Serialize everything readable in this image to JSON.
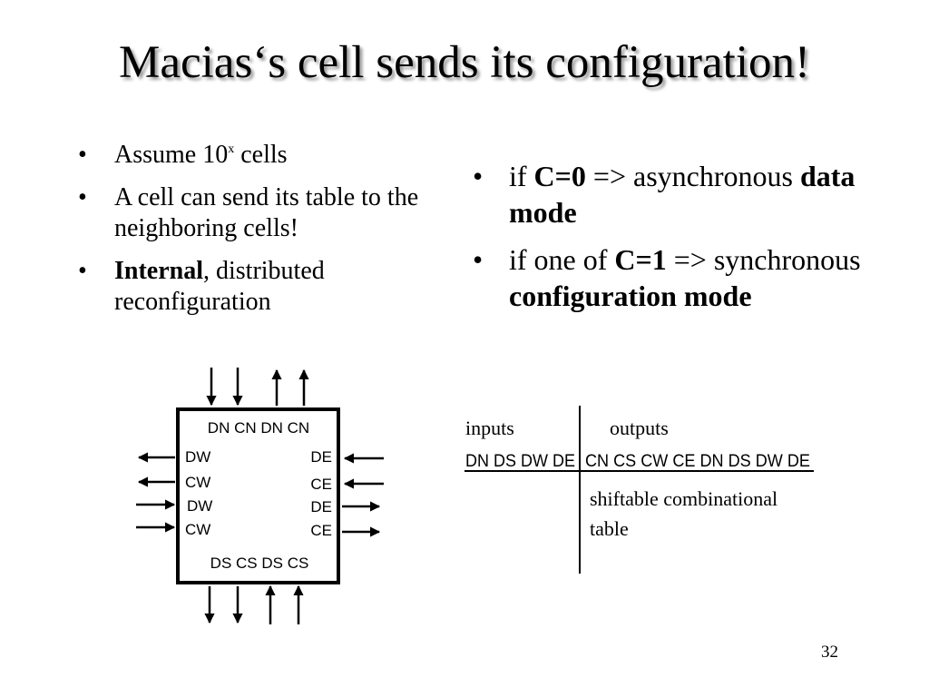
{
  "slide": {
    "title": "Macias‘s cell sends its configuration!",
    "page_number": "32"
  },
  "left_bullets": {
    "b1_pre": "Assume 10",
    "b1_sup": "x",
    "b1_post": " cells",
    "b2": "A cell can send its table to the neighboring cells!",
    "b3_bold": "Internal",
    "b3_rest": ", distributed reconfiguration"
  },
  "right_bullets": {
    "b1_pre": "if ",
    "b1_bold": "C=0",
    "b1_mid": " => asynchronous ",
    "b1_bold2": "data mode",
    "b2_pre": "if one of ",
    "b2_bold": "C=1",
    "b2_mid": " => synchronous ",
    "b2_bold2": "configuration mode"
  },
  "cell_diagram": {
    "top_label": "DN CN DN CN",
    "bottom_label": "DS CS DS CS",
    "left_labels": [
      "DW",
      "CW",
      "DW",
      "CW"
    ],
    "right_labels": [
      "DE",
      "CE",
      "DE",
      "CE"
    ]
  },
  "table_diagram": {
    "inputs_label": "inputs",
    "outputs_label": "outputs",
    "inputs_signals": "DN DS DW DE",
    "outputs_signals": "CN CS CW CE DN DS DW DE",
    "body_line1": "shiftable combinational",
    "body_line2": "table"
  }
}
